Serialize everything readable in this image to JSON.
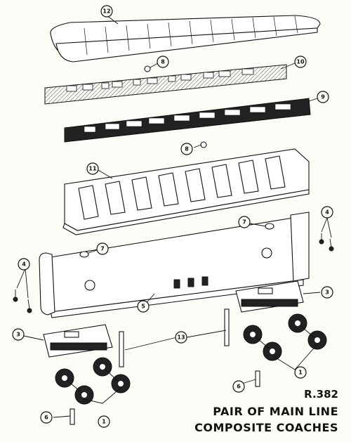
{
  "catalog_number": "R.382",
  "title_line1": "PAIR OF MAIN LINE",
  "title_line2": "COMPOSITE COACHES",
  "callouts": [
    "12",
    "8",
    "10",
    "9",
    "8",
    "11",
    "7",
    "4",
    "7",
    "4",
    "5",
    "3",
    "3",
    "13",
    "1",
    "6",
    "6",
    "1"
  ]
}
